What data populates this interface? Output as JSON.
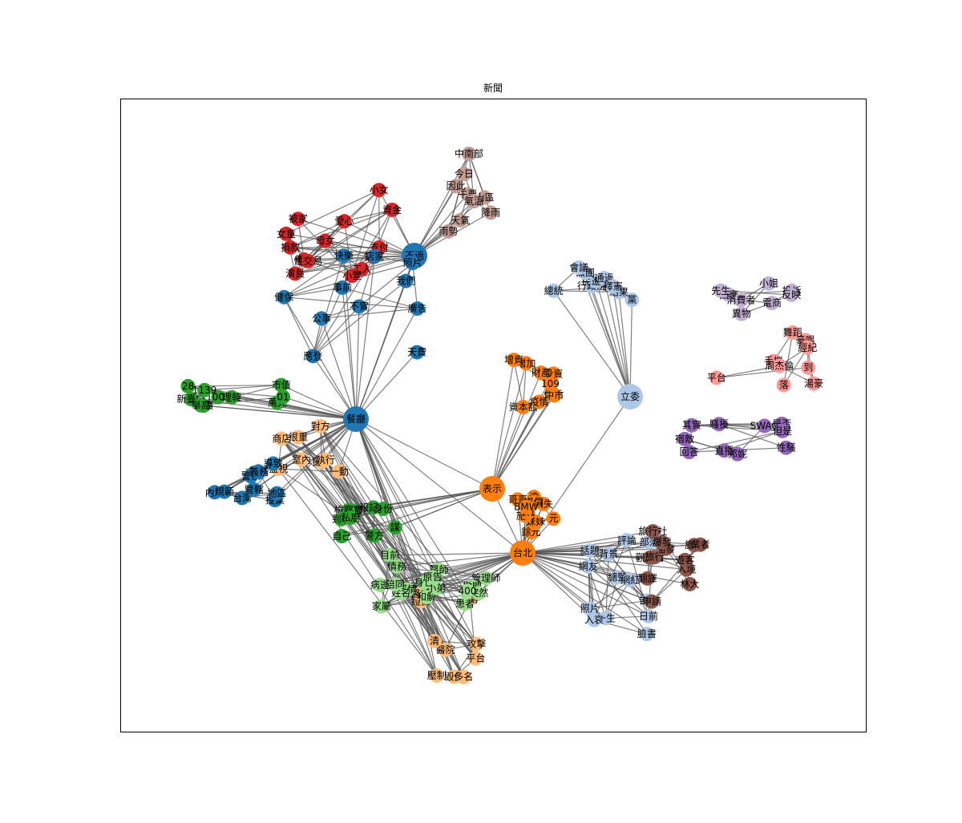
{
  "chart_data": {
    "type": "network",
    "title": "新聞",
    "colors": {
      "blue": "#1f77b4",
      "orange": "#ff7f0e",
      "green": "#2ca02c",
      "red": "#d62728",
      "purple": "#9467bd",
      "brown": "#8c564b",
      "pink": "#e377c2",
      "light_blue": "#aec7e8",
      "light_orange": "#ffbb78",
      "light_green": "#98df8a",
      "light_red": "#ff9896",
      "light_purple": "#c5b0d5",
      "light_brown": "#c49c94"
    },
    "hubs": [
      {
        "id": "餐廳",
        "group": "blue"
      },
      {
        "id": "不過",
        "group": "blue"
      },
      {
        "id": "表示",
        "group": "orange"
      },
      {
        "id": "台北",
        "group": "orange"
      },
      {
        "id": "立委",
        "group": "light_blue"
      }
    ],
    "communities": [
      {
        "group": "light_brown",
        "hub": "不過",
        "members": [
          "山區",
          "今日",
          "降雨",
          "午要",
          "中南部",
          "氣溫",
          "天氣",
          "因此",
          "雨勢"
        ]
      },
      {
        "group": "red",
        "hub": "不過",
        "members": [
          "工人",
          "小女",
          "小萱",
          "佛山",
          "演員",
          "被家",
          "愛心",
          "母女",
          "捐款",
          "資金",
          "性交易",
          "支付",
          "女童",
          "完成"
        ]
      },
      {
        "group": "blue",
        "hub": "餐廳",
        "members": [
          "健保",
          "天費",
          "事前",
          "快樂",
          "我們",
          "公事",
          "不實",
          "應登",
          "照片",
          "店家",
          "廣告"
        ]
      },
      {
        "group": "light_blue",
        "hub": "立委",
        "members": [
          "行政院",
          "民進黨",
          "總統",
          "黨團",
          "黨",
          "會議",
          "通過",
          "結果",
          "釋憲"
        ]
      },
      {
        "group": "light_purple",
        "hub": null,
        "members": [
          "回應",
          "小姐",
          "異物",
          "電商",
          "投訴",
          "反映",
          "消費者",
          "先生"
        ]
      },
      {
        "group": "light_red",
        "hub": null,
        "members": [
          "豪唱",
          "到",
          "舞蹈",
          "落",
          "手機",
          "周杰倫",
          "湯豪",
          "平台",
          "經紀"
        ]
      },
      {
        "group": "orange",
        "hub": "表示",
        "members": [
          "資本額",
          "億元",
          "中市",
          "投資",
          "增加",
          "疫情",
          "財產",
          "增資",
          "109"
        ]
      },
      {
        "group": "green",
        "hub": "餐廳",
        "members": [
          "1000",
          "28",
          "市值",
          "股價",
          "理韓",
          "新臺幣",
          "萬元",
          "1139",
          "01",
          "舉高"
        ]
      },
      {
        "group": "purple",
        "hub": null,
        "members": [
          "宿敵",
          "騷擾",
          "SWAG",
          "邦妮",
          "是否",
          "性騷",
          "其實",
          "直播",
          "回答",
          "但是"
        ]
      },
      {
        "group": "light_orange",
        "hub": "餐廳",
        "members": [
          "很重",
          "商店",
          "窗口",
          "監視",
          "室內",
          "對方",
          "執行",
          "一動",
          "平台",
          "攻擊",
          "醫院",
          "毀傷",
          "平等",
          "壓制",
          "多名",
          "證據",
          "醫護",
          "清"
        ]
      },
      {
        "group": "blue",
        "hub": "餐廳",
        "members": [
          "這種",
          "台灣",
          "內用",
          "授業",
          "地區",
          "拉高",
          "警察",
          "導致",
          "義務",
          "規範",
          "管轄"
        ]
      },
      {
        "group": "green",
        "hub": "表示",
        "members": [
          "民眾",
          "警方",
          "謀",
          "自己",
          "報記者",
          "身份",
          "檢察官",
          "到場",
          "私廚"
        ]
      },
      {
        "group": "orange",
        "hub": "台北",
        "members": [
          "逾",
          "餘元",
          "損失",
          "妹妹",
          "求償",
          "元",
          "施男",
          "1.1",
          "哥哥",
          "BMW"
        ]
      },
      {
        "group": "light_green",
        "hub": "台北",
        "members": [
          "和解",
          "目前",
          "小弟",
          "管理師",
          "病逝",
          "患者",
          "醫師",
          "感情",
          "撤開",
          "債務",
          "身亡",
          "姓名",
          "陪同",
          "突然",
          "原告",
          "400",
          "家屬"
        ]
      },
      {
        "group": "light_blue",
        "hub": "台北",
        "members": [
          "告白",
          "話題",
          "照片",
          "臉書",
          "一生",
          "部落",
          "總監",
          "網友",
          "背景",
          "日前",
          "奇特",
          "網紅",
          "入哀",
          "評論"
        ]
      },
      {
        "group": "brown",
        "hub": "台北",
        "members": [
          "觀光署",
          "翻譯",
          "旅遊",
          "業者",
          "申請",
          "旅行社",
          "入境",
          "遊客",
          "林大",
          "開發",
          "旅行",
          "爆發"
        ]
      }
    ]
  }
}
